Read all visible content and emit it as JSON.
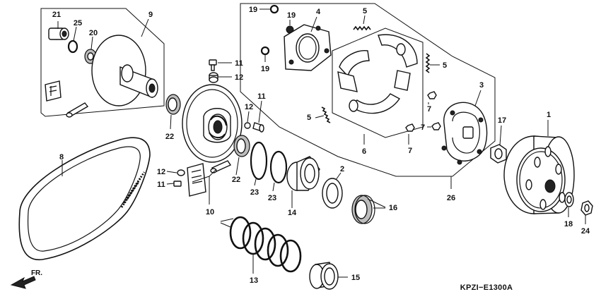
{
  "diagram": {
    "code": "KPZI−E1300A",
    "direction": "FR.",
    "labels": {
      "p1": "1",
      "p2": "2",
      "p3": "3",
      "p4": "4",
      "p5a": "5",
      "p5b": "5",
      "p5c": "5",
      "p6": "6",
      "p7a": "7",
      "p7b": "7",
      "p7c": "7",
      "p8": "8",
      "p9": "9",
      "p10": "10",
      "p11a": "11",
      "p11b": "11",
      "p11c": "11",
      "p12a": "12",
      "p12b": "12",
      "p12c": "12",
      "p13": "13",
      "p14": "14",
      "p15": "15",
      "p16": "16",
      "p17": "17",
      "p18": "18",
      "p19a": "19",
      "p19b": "19",
      "p19c": "19",
      "p20": "20",
      "p21": "21",
      "p22a": "22",
      "p22b": "22",
      "p23a": "23",
      "p23b": "23",
      "p24": "24",
      "p25": "25",
      "p26": "26"
    }
  }
}
